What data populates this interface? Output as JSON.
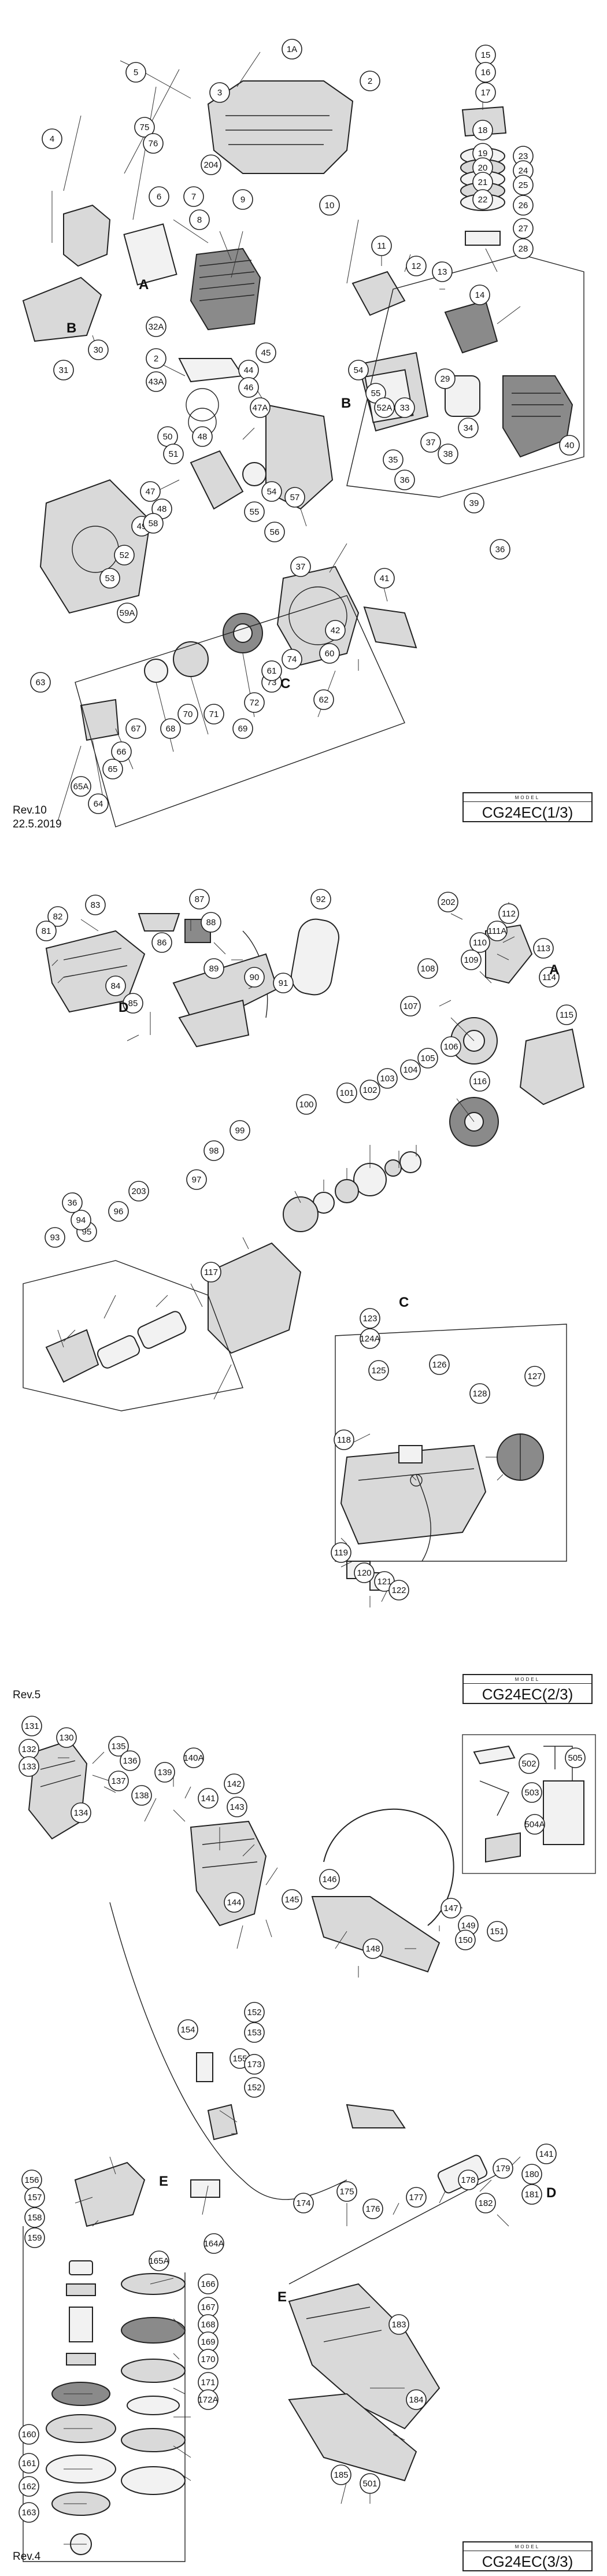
{
  "sheet1": {
    "revision": "Rev.10",
    "date": "22.5.2019",
    "model_label": "MODEL",
    "model": "CG24EC(1/3)",
    "letters": [
      "A",
      "B",
      "B",
      "C"
    ],
    "callouts": [
      "1A",
      "2",
      "3",
      "4",
      "5",
      "75",
      "76",
      "204",
      "6",
      "7",
      "8",
      "9",
      "10",
      "11",
      "12",
      "13",
      "14",
      "15",
      "16",
      "17",
      "18",
      "19",
      "20",
      "21",
      "22",
      "23",
      "24",
      "25",
      "26",
      "27",
      "28",
      "29",
      "30",
      "31",
      "32A",
      "2",
      "43A",
      "44",
      "45",
      "46",
      "47A",
      "48",
      "50",
      "51",
      "47",
      "48",
      "49",
      "52",
      "53",
      "54",
      "55",
      "56",
      "57",
      "58",
      "59A",
      "54",
      "55",
      "52A",
      "33",
      "34",
      "35",
      "36",
      "37",
      "38",
      "39",
      "40",
      "36",
      "37",
      "41",
      "42",
      "60",
      "74",
      "73",
      "72",
      "71",
      "70",
      "69",
      "68",
      "67",
      "66",
      "65",
      "65A",
      "64",
      "63",
      "62",
      "61",
      "7",
      "2",
      "6"
    ]
  },
  "sheet2": {
    "revision": "Rev.5",
    "model_label": "MODEL",
    "model": "CG24EC(2/3)",
    "letters": [
      "D",
      "A",
      "C"
    ],
    "callouts": [
      "83",
      "87",
      "92",
      "82",
      "81",
      "88",
      "86",
      "89",
      "90",
      "91",
      "84",
      "85",
      "202",
      "112",
      "111A",
      "110",
      "109",
      "113",
      "108",
      "114",
      "107",
      "115",
      "116",
      "106",
      "105",
      "104",
      "103",
      "102",
      "101",
      "100",
      "99",
      "98",
      "97",
      "203",
      "96",
      "95",
      "94",
      "93",
      "36",
      "117",
      "123",
      "124A",
      "125",
      "126",
      "127",
      "128",
      "118",
      "119",
      "120",
      "121",
      "122"
    ]
  },
  "sheet3": {
    "revision": "Rev.4",
    "model_label": "MODEL",
    "model": "CG24EC(3/3)",
    "letters": [
      "E",
      "D",
      "E"
    ],
    "callouts": [
      "131",
      "130",
      "132",
      "133",
      "134",
      "135",
      "136",
      "137",
      "138",
      "139",
      "140A",
      "141",
      "142",
      "143",
      "144",
      "145",
      "146",
      "147",
      "148",
      "149",
      "150",
      "151",
      "152",
      "153",
      "154",
      "155",
      "173",
      "152",
      "156",
      "157",
      "158",
      "159",
      "164A",
      "165A",
      "166",
      "167",
      "168",
      "169",
      "170",
      "171",
      "172A",
      "160",
      "161",
      "162",
      "163",
      "174",
      "175",
      "176",
      "177",
      "178",
      "179",
      "180",
      "141",
      "181",
      "182",
      "183",
      "184",
      "185",
      "501",
      "502",
      "503",
      "504A",
      "505"
    ]
  }
}
